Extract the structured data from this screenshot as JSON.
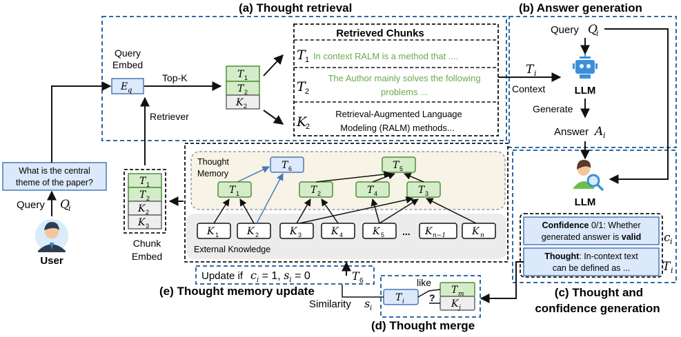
{
  "colors": {
    "green_fill": "#d5ecc8",
    "green_stroke": "#4a8f3a",
    "blue_fill": "#dbe9fb",
    "blue_stroke": "#4a77b6",
    "gray_fill": "#eeeeee",
    "dash_blue": "#2e6aa3",
    "green_text": "#6aa84f",
    "robot_blue": "#3d8fd8",
    "memory_bg": "#f7f3e6",
    "external_bg": "#ececec"
  },
  "sections": {
    "a_title": "(a) Thought retrieval",
    "b_title": "(b) Answer  generation",
    "c_title_1": "(c) Thought and",
    "c_title_2": "confidence generation",
    "d_title": "(d) Thought merge",
    "e_title": "(e) Thought memory update"
  },
  "user": {
    "label": "User",
    "question_1": "What is the central",
    "question_2": "theme of the paper?",
    "query_label": "Query",
    "query_sym": "Q",
    "query_sub": "i"
  },
  "retrieval": {
    "query_embed_1": "Query",
    "query_embed_2": "Embed",
    "eq_sym": "E",
    "eq_sub": "q",
    "topk": "Top-K",
    "retriever": "Retriever",
    "stack": [
      {
        "sym": "T",
        "sub": "1"
      },
      {
        "sym": "T",
        "sub": "2"
      },
      {
        "sym": "K",
        "sub": "2"
      }
    ],
    "chunks_title": "Retrieved Chunks",
    "chunk1_sym": "T",
    "chunk1_sub": "1",
    "chunk1_text": "In context RALM is a method that ....",
    "chunk2_sym": "T",
    "chunk2_sub": "2",
    "chunk2_text_1": "The Author mainly solves the following",
    "chunk2_text_2": "problems ...",
    "chunk3_sym": "K",
    "chunk3_sub": "2",
    "chunk3_text_1": "Retrieval-Augmented Language",
    "chunk3_text_2": "Modeling (RALM) methods..."
  },
  "answer": {
    "query_label": "Query",
    "query_sym": "Q",
    "query_sub": "i",
    "context_sym": "T",
    "context_sub": "i",
    "context_label": "Context",
    "llm": "LLM",
    "generate": "Generate",
    "answer_label": "Answer",
    "answer_sym": "A",
    "answer_sub": "i"
  },
  "memory": {
    "label_1": "Thought",
    "label_2": "Memory",
    "external_label": "External Knowledge",
    "thoughts": [
      {
        "sym": "T",
        "sub": "6"
      },
      {
        "sym": "T",
        "sub": "5"
      },
      {
        "sym": "T",
        "sub": "1"
      },
      {
        "sym": "T",
        "sub": "2"
      },
      {
        "sym": "T",
        "sub": "4"
      },
      {
        "sym": "T",
        "sub": "3"
      }
    ],
    "knowledge": [
      {
        "sym": "K",
        "sub": "1"
      },
      {
        "sym": "K",
        "sub": "2"
      },
      {
        "sym": "K",
        "sub": "3"
      },
      {
        "sym": "K",
        "sub": "4"
      },
      {
        "sym": "K",
        "sub": "5"
      },
      {
        "sym": "K",
        "sub": "n−1"
      },
      {
        "sym": "K",
        "sub": "n"
      }
    ],
    "ellipsis": "..."
  },
  "chunk_embed": {
    "label_1": "Chunk",
    "label_2": "Embed",
    "stack": [
      {
        "sym": "T",
        "sub": "1"
      },
      {
        "sym": "T",
        "sub": "2"
      },
      {
        "sym": "K",
        "sub": "2"
      },
      {
        "sym": "K",
        "sub": "3"
      }
    ]
  },
  "confidence": {
    "llm": "LLM",
    "box1_bold": "Confidence",
    "box1_text_a": " 0/1: Whether",
    "box1_text_b": "generated answer is ",
    "box1_bold_b": "valid",
    "c_sym": "c",
    "c_sub": "i",
    "box2_bold": "Thought",
    "box2_text_a": ": In-context text",
    "box2_text_b": "can be defined as ...",
    "t_sym": "T",
    "t_sub": "i"
  },
  "update": {
    "text": "Update if",
    "cond": "c",
    "cond_sub": "i",
    "cond_mid": " = 1, ",
    "cond2": "s",
    "cond2_sub": "i",
    "cond_end": " = 0",
    "t6_sym": "T",
    "t6_sub": "6"
  },
  "merge": {
    "ti_sym": "T",
    "ti_sub": "i",
    "tm_sym": "T",
    "tm_sub": "m",
    "kj_sym": "K",
    "kj_sub": "j",
    "like": "like",
    "question": "?",
    "similarity": "Similarity",
    "s_sym": "s",
    "s_sub": "i"
  }
}
